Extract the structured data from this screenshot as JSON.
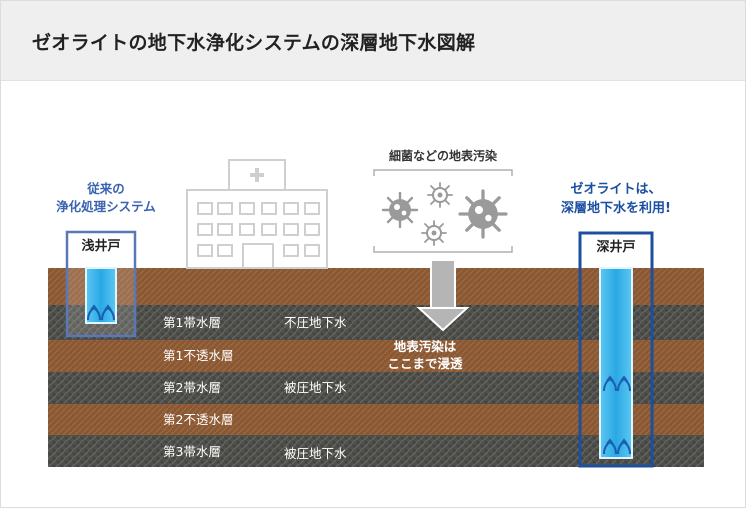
{
  "title": "ゼオライトの地下水浄化システムの深層地下水図解",
  "left_caption": [
    "従来の",
    "浄化処理システム"
  ],
  "shallow_well_label": "浅井戸",
  "contaminants_label": "細菌などの地表汚染",
  "infiltration_label": [
    "地表汚染は",
    "ここまで浸透"
  ],
  "right_caption": [
    "ゼオライトは、",
    "深層地下水を利用!"
  ],
  "deep_well_label": "深井戸",
  "strata": [
    {
      "name": "第1帯水層",
      "type": "aquifer",
      "water": "不圧地下水"
    },
    {
      "name": "第1不透水層",
      "type": "impermeable",
      "water": ""
    },
    {
      "name": "第2帯水層",
      "type": "aquifer",
      "water": "被圧地下水"
    },
    {
      "name": "第2不透水層",
      "type": "impermeable",
      "water": ""
    },
    {
      "name": "第3帯水層",
      "type": "aquifer",
      "water": "被圧地下水"
    }
  ],
  "colors": {
    "soil": "#8d5a34",
    "aquifer": "#4d4d4a",
    "water": "#3cb6ea",
    "blue_caption": "#3a63b0",
    "red_caption": "#1b4fa3",
    "outline": "#cfcfcf"
  },
  "icons": {
    "building": "hospital-building-icon",
    "bacteria": "bacteria-icon",
    "arrow": "down-arrow-icon",
    "flow": "water-flow-arrow-icon"
  }
}
